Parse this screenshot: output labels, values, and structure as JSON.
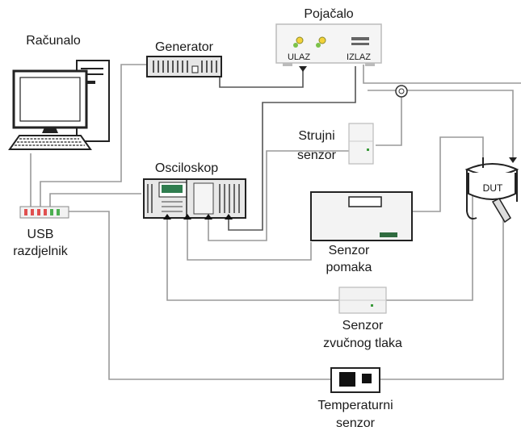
{
  "labels": {
    "computer": "Računalo",
    "generator": "Generator",
    "amplifier": "Pojačalo",
    "amp_in": "ULAZ",
    "amp_out": "IZLAZ",
    "current_sensor_1": "Strujni",
    "current_sensor_2": "senzor",
    "oscilloscope": "Osciloskop",
    "dut": "DUT",
    "usb_1": "USB",
    "usb_2": "razdjelnik",
    "displacement_1": "Senzor",
    "displacement_2": "pomaka",
    "pressure_1": "Senzor",
    "pressure_2": "zvučnog tlaka",
    "temperature_1": "Temperaturni",
    "temperature_2": "senzor"
  }
}
